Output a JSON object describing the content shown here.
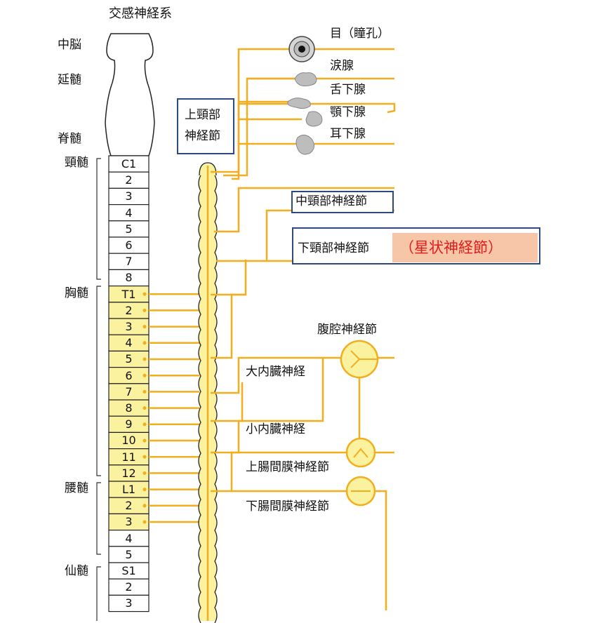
{
  "title": "交感神経系",
  "brain_labels": {
    "midbrain": "中脳",
    "medulla": "延髄",
    "spinal_cord": "脊髄"
  },
  "region_labels": {
    "cervical": "頸髄",
    "thoracic": "胸髄",
    "lumbar": "腰髄",
    "sacral": "仙髄"
  },
  "segments": [
    "C1",
    "2",
    "3",
    "4",
    "5",
    "6",
    "7",
    "8",
    "T1",
    "2",
    "3",
    "4",
    "5",
    "6",
    "7",
    "8",
    "9",
    "10",
    "11",
    "12",
    "L1",
    "2",
    "3",
    "4",
    "5",
    "S1",
    "2",
    "3"
  ],
  "highlighted_from": 8,
  "highlighted_to": 22,
  "head_targets": [
    "目（瞳孔）",
    "涙腺",
    "舌下腺",
    "顎下腺",
    "耳下腺"
  ],
  "ganglia": {
    "superior_cervical": [
      "上頸部",
      "神経節"
    ],
    "middle_cervical": "中頸部神経節",
    "inferior_cervical": "下頸部神経節",
    "stellate": "（星状神経節）",
    "celiac": "腹腔神経節",
    "superior_mesenteric": "上腸間膜神経節",
    "inferior_mesenteric": "下腸間膜神経節"
  },
  "nerves": {
    "greater_splanchnic": "大内臓神経",
    "lesser_splanchnic": "小内臓神経"
  },
  "colors": {
    "nerve": "#f2ae1c",
    "cord_fill": "#fbf2a0",
    "box_border": "#2c4a7c",
    "highlight_bg": "#f7c6a8",
    "highlight_text": "#e01b1b"
  }
}
